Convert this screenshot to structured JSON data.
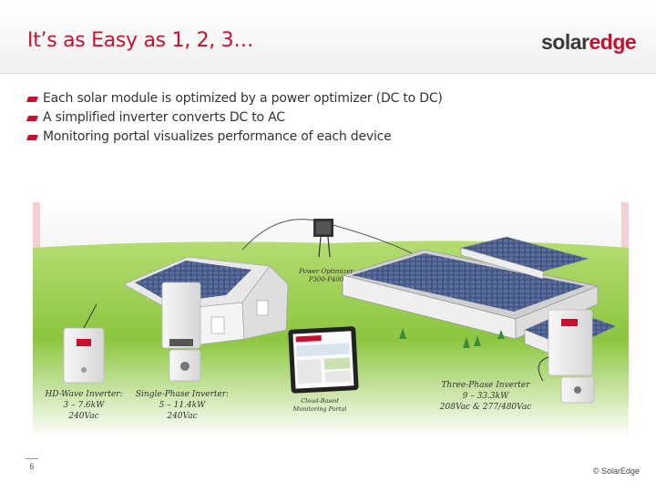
{
  "slide": {
    "title": "It’s as Easy as 1, 2, 3…",
    "number": "6",
    "copyright": "© SolarEdge"
  },
  "logo": {
    "part1": "solar",
    "part2": "edge"
  },
  "bullets": [
    "Each solar module is optimized by a power optimizer (DC to DC)",
    "A simplified inverter converts DC to AC",
    "Monitoring portal visualizes performance of each device"
  ],
  "diagram": {
    "optimizer": {
      "line1": "Power Optimizer",
      "line2": "P300-P400"
    },
    "hd_wave": {
      "line1": "HD-Wave Inverter:",
      "line2": "3 – 7.6kW",
      "line3": "240Vac"
    },
    "single_phase": {
      "line1": "Single-Phase Inverter:",
      "line2": "5 – 11.4kW",
      "line3": "240Vac"
    },
    "portal": {
      "line1": "Cloud-Based",
      "line2": "Monitoring Portal"
    },
    "three_phase": {
      "line1": "Three-Phase Inverter",
      "line2": "9 – 33.3kW",
      "line3": "208Vac & 277/480Vac"
    }
  },
  "colors": {
    "accent": "#c8102e",
    "grass": "#8cc63f"
  }
}
